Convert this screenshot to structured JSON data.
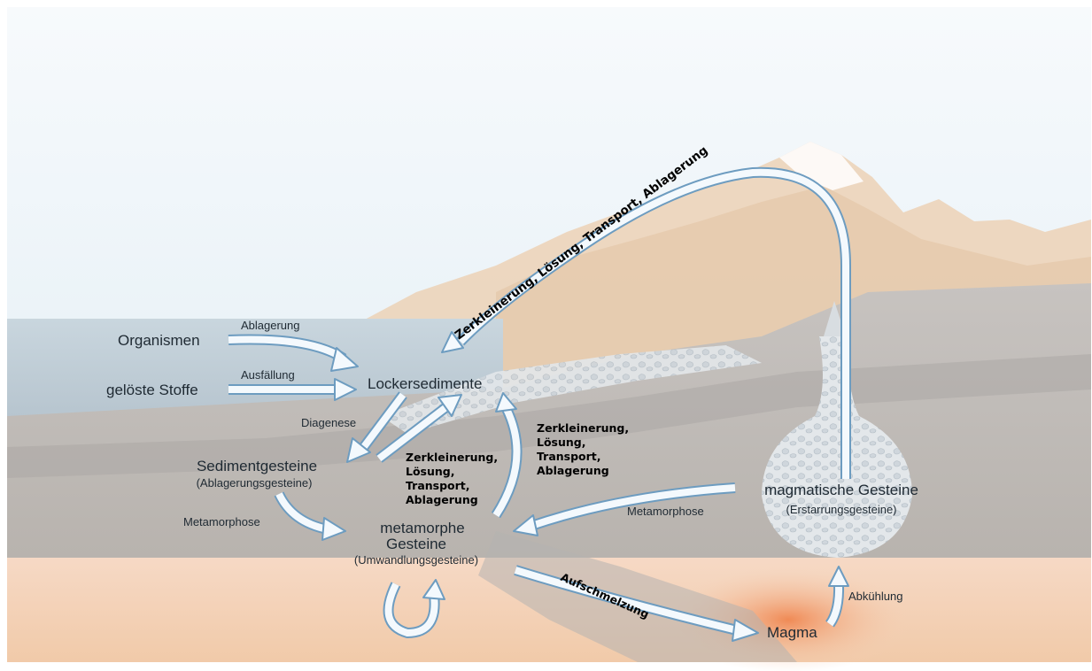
{
  "diagram": {
    "nodes": {
      "organismen": "Organismen",
      "geloeste_stoffe": "gelöste Stoffe",
      "lockersedimente": "Lockersedimente",
      "sedimentgesteine": "Sedimentgesteine",
      "sedimentgesteine_sub": "(Ablagerungsgesteine)",
      "metamorphe_1": "metamorphe",
      "metamorphe_2": "Gesteine",
      "metamorphe_sub": "(Umwandlungsgesteine)",
      "magmatische": "magmatische Gesteine",
      "magmatische_sub": "(Erstarrungsgesteine)",
      "magma": "Magma"
    },
    "edges": {
      "ablagerung": "Ablagerung",
      "ausfaellung": "Ausfällung",
      "diagenese": "Diagenese",
      "metamorphose_left": "Metamorphose",
      "metamorphose_right": "Metamorphose",
      "aufschmelzung": "Aufschmelzung",
      "abkuehlung": "Abkühlung",
      "top_arc": "Zerkleinerung, Lösung, Transport, Ablagerung",
      "weathering_mid": [
        "Zerkleinerung,",
        "Lösung,",
        "Transport,",
        "Ablagerung"
      ],
      "weathering_right": [
        "Zerkleinerung,",
        "Lösung,",
        "Transport,",
        "Ablagerung"
      ]
    }
  }
}
